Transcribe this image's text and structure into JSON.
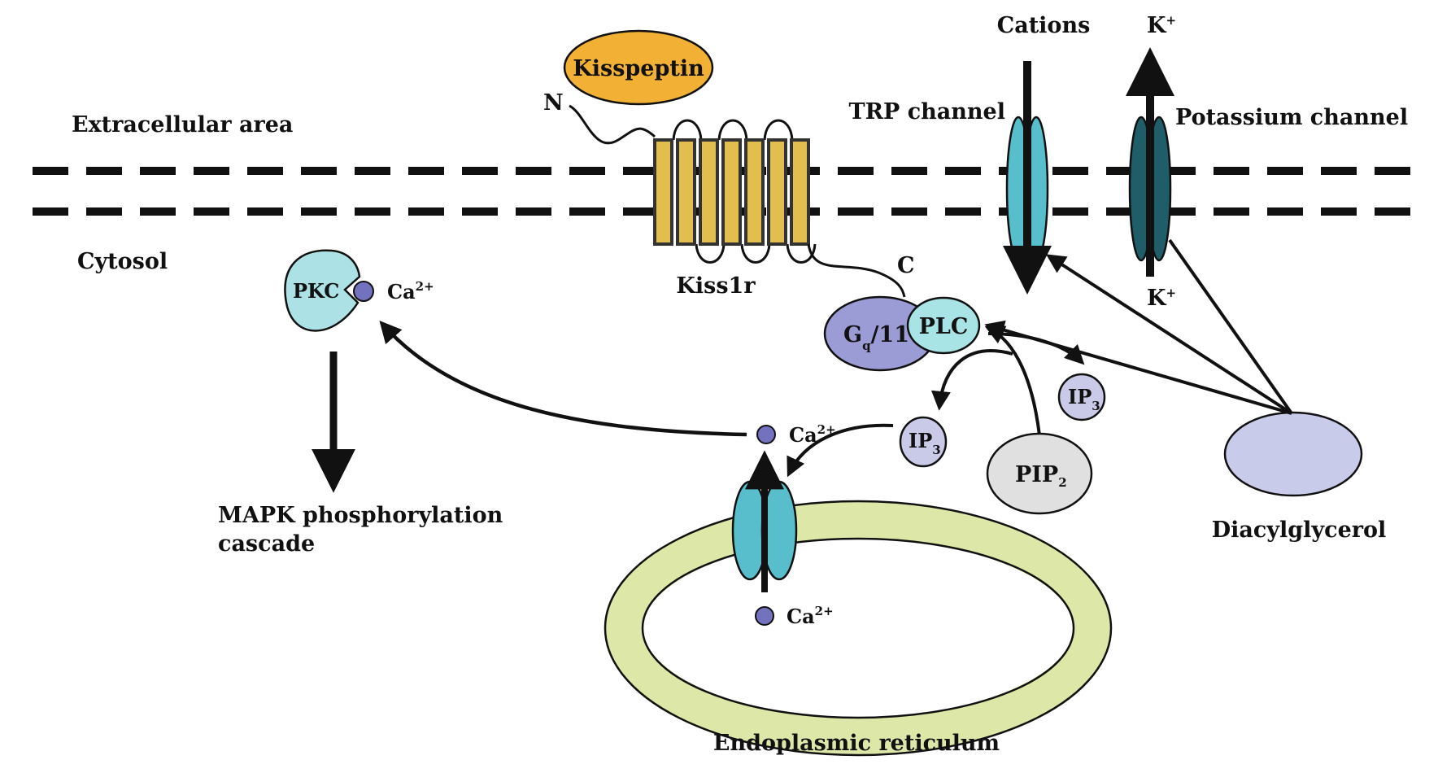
{
  "diagram": {
    "labels": {
      "extracellular": "Extracellular area",
      "cytosol": "Cytosol",
      "kisspeptin": "Kisspeptin",
      "n_terminus": "N",
      "c_terminus": "C",
      "kiss1r": "Kiss1r",
      "gq_main": "G",
      "gq_sub": "q",
      "gq_tail": "/11",
      "plc": "PLC",
      "pkc": "PKC",
      "ca_pkc": "Ca",
      "ca_pkc_sup": "2+",
      "mapk_line1": "MAPK phosphorylation",
      "mapk_line2": "cascade",
      "ca_cytosol": "Ca",
      "ca_cytosol_sup": "2+",
      "ca_er": "Ca",
      "ca_er_sup": "2+",
      "ip3_left": "IP",
      "ip3_left_sub": "3",
      "ip3_right": "IP",
      "ip3_right_sub": "3",
      "pip2": "PIP",
      "pip2_sub": "2",
      "diacylglycerol": "Diacylglycerol",
      "er": "Endoplasmic reticulum",
      "trp_channel": "TRP channel",
      "potassium_channel": "Potassium channel",
      "cations": "Cations",
      "k_top": "K",
      "k_top_sup": "+",
      "k_bottom": "K",
      "k_bottom_sup": "+"
    },
    "colors": {
      "kisspeptin": "#F2B135",
      "receptor_helix": "#E2BE4E",
      "gq": "#9B9BD6",
      "plc": "#A8E3E6",
      "pkc": "#ACE2E6",
      "calcium": "#7272BE",
      "ip3": "#C9C9E8",
      "pip2": "#E0E0E0",
      "dag": "#C9CBEA",
      "er_ring": "#DDE8A8",
      "trp": "#58BECC",
      "potassium": "#1F5E68",
      "er_channel": "#58BECC"
    }
  }
}
